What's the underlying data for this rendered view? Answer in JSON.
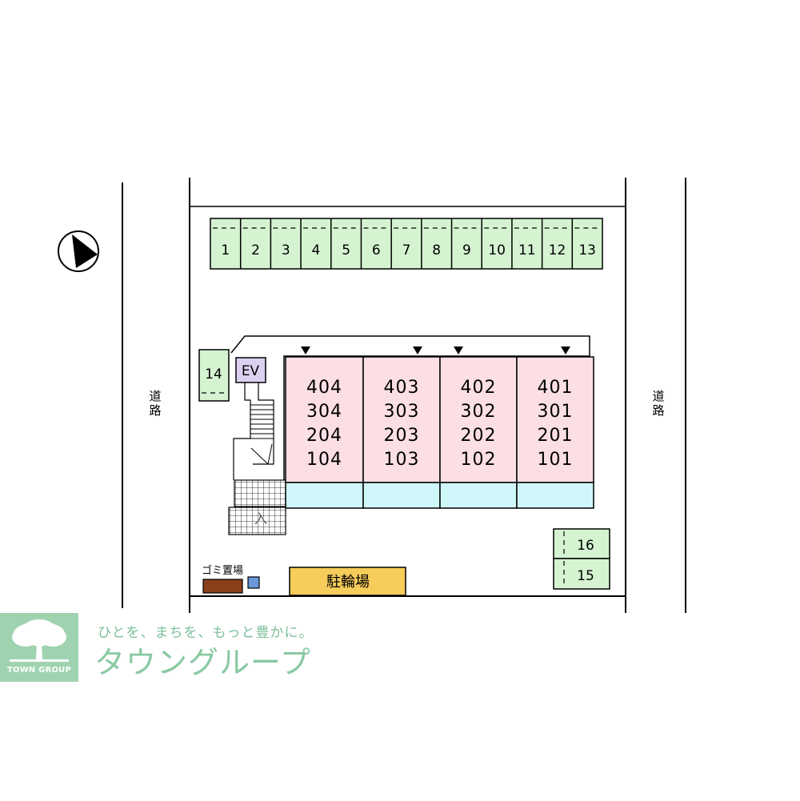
{
  "parking_top": [
    "1",
    "2",
    "3",
    "4",
    "5",
    "6",
    "7",
    "8",
    "9",
    "10",
    "11",
    "12",
    "13"
  ],
  "parking_side": "14",
  "parking_right": [
    "16",
    "15"
  ],
  "elevator": "EV",
  "entrance": "入",
  "units": [
    [
      "404",
      "304",
      "204",
      "104"
    ],
    [
      "403",
      "303",
      "203",
      "103"
    ],
    [
      "402",
      "302",
      "202",
      "102"
    ],
    [
      "401",
      "301",
      "201",
      "101"
    ]
  ],
  "road_label_left": [
    "道",
    "路"
  ],
  "road_label_right": [
    "道",
    "路"
  ],
  "garbage_label": "ゴミ置場",
  "bicycle_parking": "駐輪場",
  "logo": {
    "name_en": "TOWN GROUP",
    "tagline": "ひとを、まちを、もっと豊かに。",
    "brand": "タウングループ"
  },
  "colors": {
    "parking": "#d5f3d1",
    "unit": "#fbdfe4",
    "balcony": "#cff6f8",
    "elevator": "#dcd0f0",
    "bicycle": "#f6cc5a",
    "garbage": "#8a3f1a",
    "utility": "#6a98d8",
    "logo": "#9fd3b0",
    "brand_text": "#8ac9a3"
  }
}
